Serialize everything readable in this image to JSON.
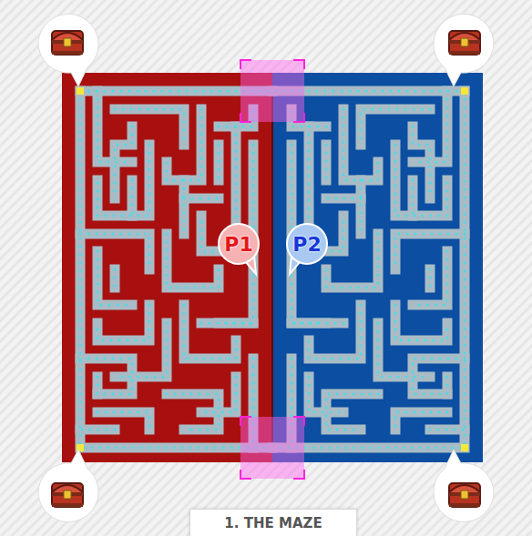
{
  "diagram": {
    "caption": "1. THE MAZE",
    "nodes": [
      {
        "text": [
          "P1"
        ]
      },
      {
        "text": [
          "P2"
        ]
      }
    ]
  }
}
